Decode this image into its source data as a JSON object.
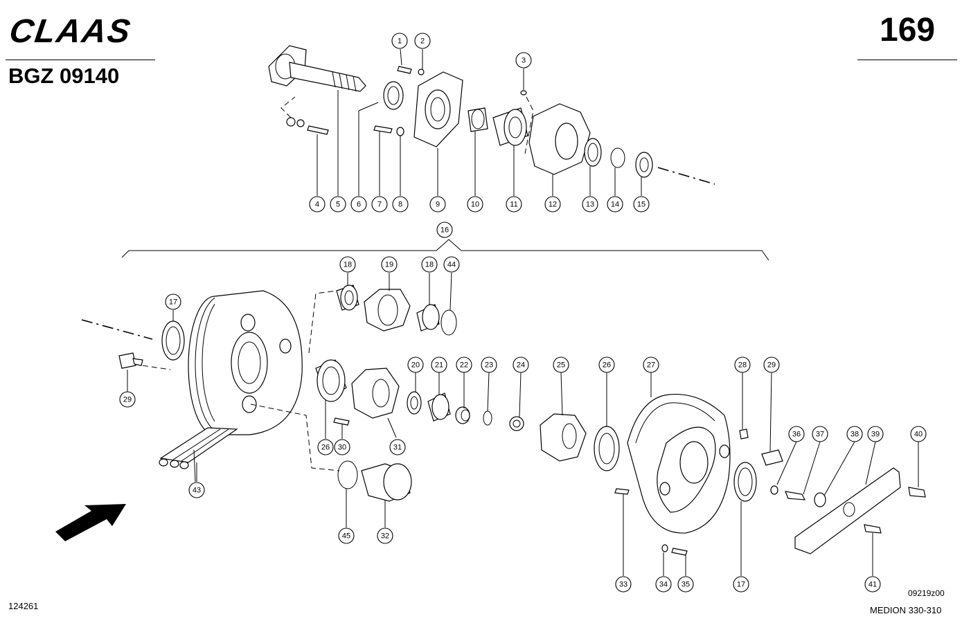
{
  "header": {
    "brand": "CLAAS",
    "code": "BGZ 09140",
    "page_number": "169"
  },
  "footer": {
    "left_id": "124261",
    "drawing_id": "09219z00",
    "model": "MEDION 330-310"
  },
  "callouts": [
    "1",
    "2",
    "3",
    "4",
    "5",
    "6",
    "7",
    "8",
    "9",
    "10",
    "11",
    "12",
    "13",
    "14",
    "15",
    "16",
    "18",
    "19",
    "18",
    "44",
    "17",
    "29",
    "26",
    "30",
    "31",
    "20",
    "21",
    "22",
    "23",
    "24",
    "25",
    "26",
    "27",
    "28",
    "29",
    "36",
    "37",
    "38",
    "39",
    "40",
    "43",
    "45",
    "32",
    "33",
    "34",
    "35",
    "17",
    "41"
  ]
}
